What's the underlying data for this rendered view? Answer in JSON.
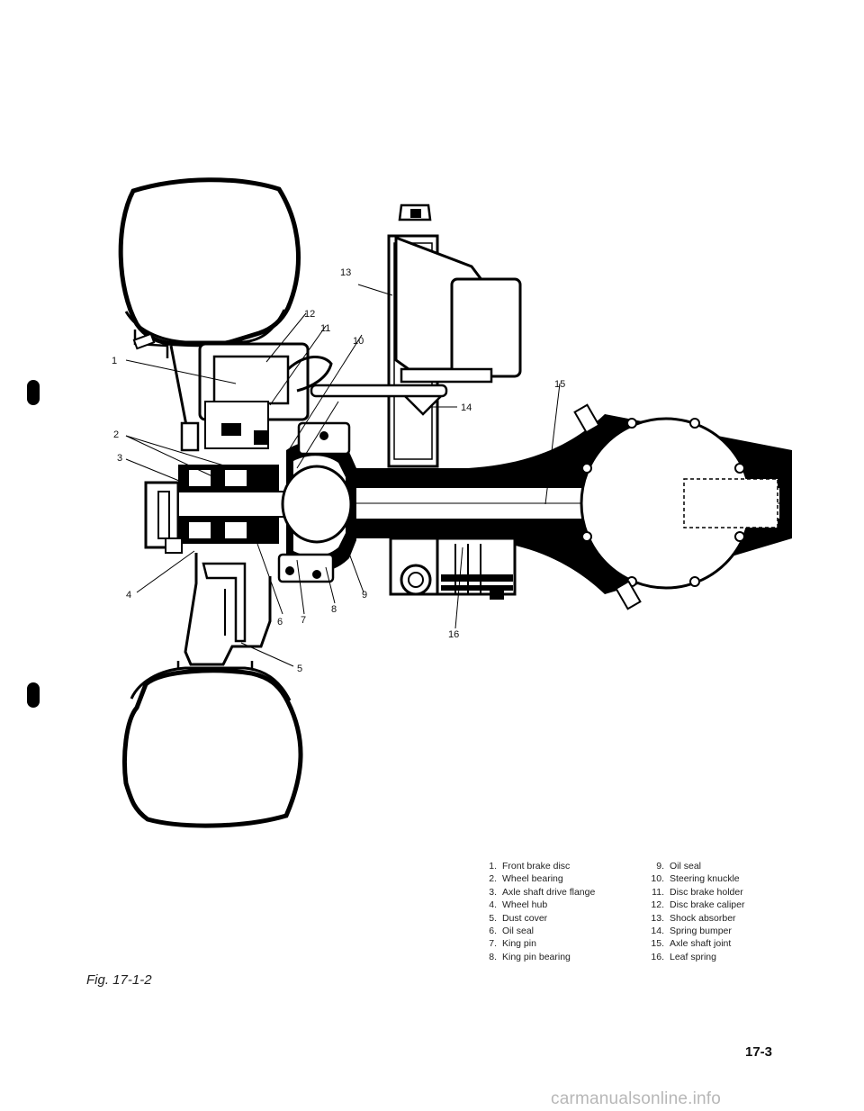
{
  "figure": {
    "caption": "Fig. 17-1-2",
    "page_number": "17-3",
    "watermark": "carmanualsonline.info",
    "callouts": [
      "1",
      "2",
      "3",
      "4",
      "5",
      "6",
      "7",
      "8",
      "9",
      "10",
      "11",
      "12",
      "13",
      "14",
      "15",
      "16"
    ]
  },
  "legend": {
    "column_1": [
      {
        "num": "1.",
        "text": "Front brake disc"
      },
      {
        "num": "2.",
        "text": "Wheel bearing"
      },
      {
        "num": "3.",
        "text": "Axle shaft drive flange"
      },
      {
        "num": "4.",
        "text": "Wheel hub"
      },
      {
        "num": "5.",
        "text": "Dust cover"
      },
      {
        "num": "6.",
        "text": "Oil seal"
      },
      {
        "num": "7.",
        "text": "King pin"
      },
      {
        "num": "8.",
        "text": "King pin bearing"
      }
    ],
    "column_2": [
      {
        "num": "9.",
        "text": "Oil seal"
      },
      {
        "num": "10.",
        "text": "Steering knuckle"
      },
      {
        "num": "11.",
        "text": "Disc brake holder"
      },
      {
        "num": "12.",
        "text": "Disc brake caliper"
      },
      {
        "num": "13.",
        "text": "Shock absorber"
      },
      {
        "num": "14.",
        "text": "Spring bumper"
      },
      {
        "num": "15.",
        "text": "Axle shaft joint"
      },
      {
        "num": "16.",
        "text": "Leaf spring"
      }
    ]
  }
}
